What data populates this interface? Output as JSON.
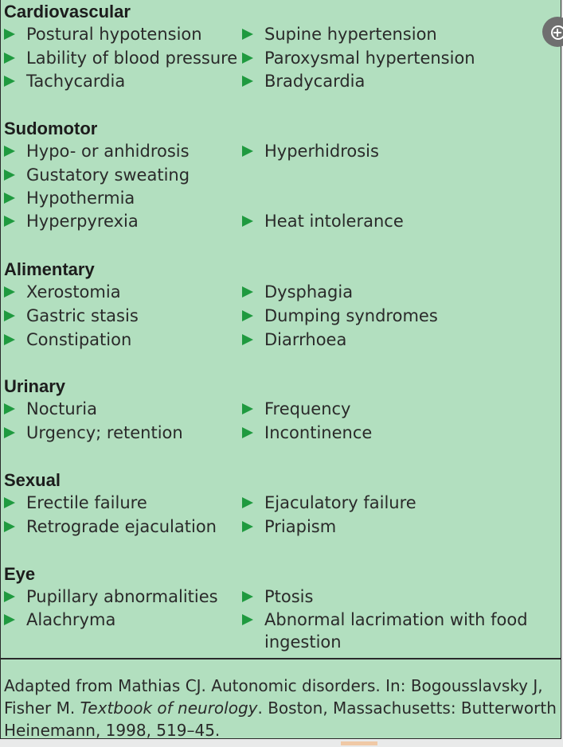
{
  "sections": [
    {
      "title": "Cardiovascular",
      "left": [
        "Postural hypotension",
        "Lability of blood pressure",
        "Tachycardia"
      ],
      "right": [
        "Supine hypertension",
        "Paroxysmal hypertension",
        "Bradycardia"
      ]
    },
    {
      "title": "Sudomotor",
      "left": [
        "Hypo- or anhidrosis",
        "Gustatory sweating",
        "Hypothermia",
        "Hyperpyrexia"
      ],
      "right": [
        "Hyperhidrosis",
        "Heat intolerance"
      ]
    },
    {
      "title": "Alimentary",
      "left": [
        "Xerostomia",
        "Gastric stasis",
        "Constipation"
      ],
      "right": [
        "Dysphagia",
        "Dumping syndromes",
        "Diarrhoea"
      ]
    },
    {
      "title": "Urinary",
      "left": [
        "Nocturia",
        "Urgency; retention"
      ],
      "right": [
        "Frequency",
        "Incontinence"
      ]
    },
    {
      "title": "Sexual",
      "left": [
        "Erectile failure",
        "Retrograde ejaculation"
      ],
      "right": [
        "Ejaculatory failure",
        "Priapism"
      ]
    },
    {
      "title": "Eye",
      "left": [
        "Pupillary abnormalities",
        "Alachryma"
      ],
      "right": [
        "Ptosis",
        "Abnormal lacrimation with food ingestion"
      ]
    }
  ],
  "caption": {
    "before": "Adapted from Mathias CJ. Autonomic disorders. In: Bogousslavsky J, Fisher M. ",
    "book": "Textbook of neurology",
    "after": ". Boston, Massachusetts: Butterworth Heinemann, 1998, 519–45."
  },
  "colors": {
    "background": "#b2dfbf",
    "arrow": "#1f9a3f",
    "text": "#1c1c1c"
  },
  "icons": {
    "zoom": "zoom-in-icon"
  }
}
